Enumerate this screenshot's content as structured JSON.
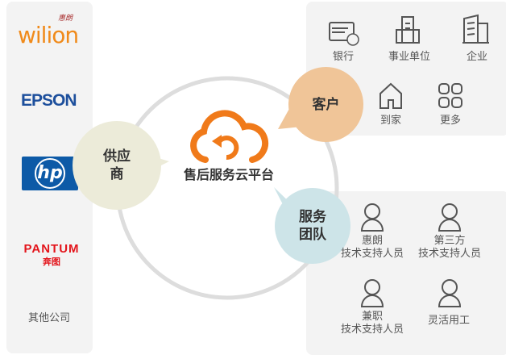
{
  "suppliers": {
    "title": "供应商",
    "title_l1": "供应",
    "title_l2": "商",
    "logos": {
      "wilion": "wilion",
      "wilion_cn": "惠朗",
      "epson": "EPSON",
      "hp": "hp",
      "pantum": "PANTUM",
      "pantum_cn": "奔图"
    },
    "other": "其他公司"
  },
  "platform": {
    "title": "售后服务云平台"
  },
  "customers": {
    "title": "客户",
    "items": [
      {
        "label": "银行",
        "icon": "bank-card-icon"
      },
      {
        "label": "事业单位",
        "icon": "building-icon"
      },
      {
        "label": "企业",
        "icon": "office-icon"
      },
      {
        "label": "到家",
        "icon": "home-icon"
      },
      {
        "label": "更多",
        "icon": "grid-icon"
      }
    ]
  },
  "service_team": {
    "title_l1": "服务",
    "title_l2": "团队",
    "items": [
      {
        "l1": "惠朗",
        "l2": "技术支持人员"
      },
      {
        "l1": "第三方",
        "l2": "技术支持人员"
      },
      {
        "l1": "兼职",
        "l2": "技术支持人员"
      },
      {
        "l1": "灵活用工",
        "l2": ""
      }
    ]
  },
  "colors": {
    "orange": "#f07a1a",
    "supplier_bubble": "#ecebd9",
    "customer_bubble": "#f0c598",
    "service_bubble": "#cde4e8",
    "panel": "#f3f3f3"
  }
}
